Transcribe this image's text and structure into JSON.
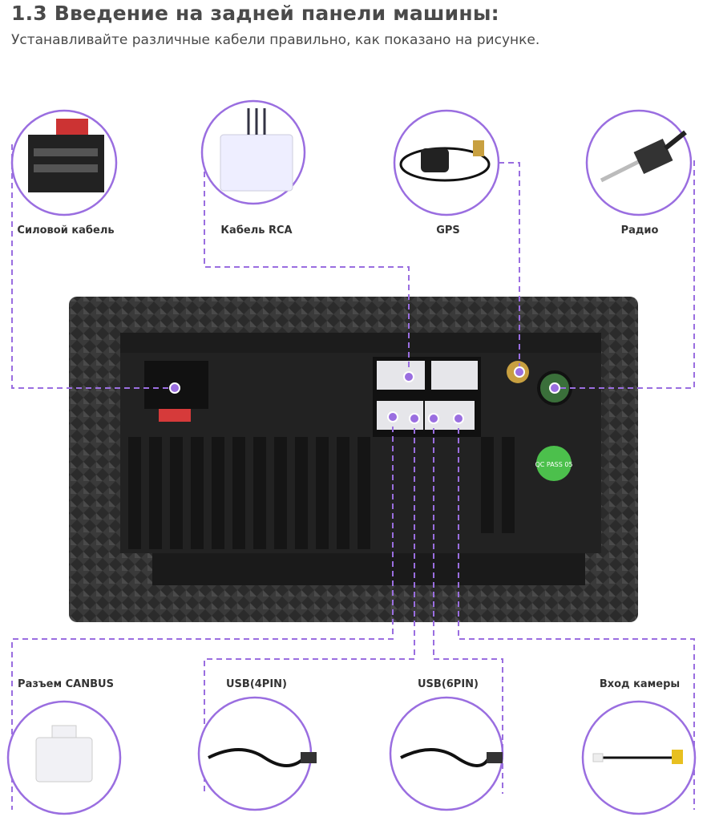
{
  "header": {
    "title": "1.3 Введение на задней панели машины:",
    "subtitle": "Устанавливайте различные кабели правильно, как показано на рисунке."
  },
  "connectors_top": [
    {
      "label": "Силовой кабель",
      "icon": "power-cable-connector"
    },
    {
      "label": "Кабель RCA",
      "icon": "rca-cable-connector"
    },
    {
      "label": "GPS",
      "icon": "gps-antenna"
    },
    {
      "label": "Радио",
      "icon": "radio-antenna-plug"
    }
  ],
  "connectors_bottom": [
    {
      "label": "Разъем CANBUS",
      "icon": "canbus-connector"
    },
    {
      "label": "USB(4PIN)",
      "icon": "usb-cable"
    },
    {
      "label": "USB(6PIN)",
      "icon": "usb-cable"
    },
    {
      "label": "Вход камеры",
      "icon": "camera-cable"
    }
  ],
  "device": {
    "badge": "QC PASS 05"
  },
  "colors": {
    "accent": "#9a6ee0",
    "device": "#2a2a2a"
  }
}
